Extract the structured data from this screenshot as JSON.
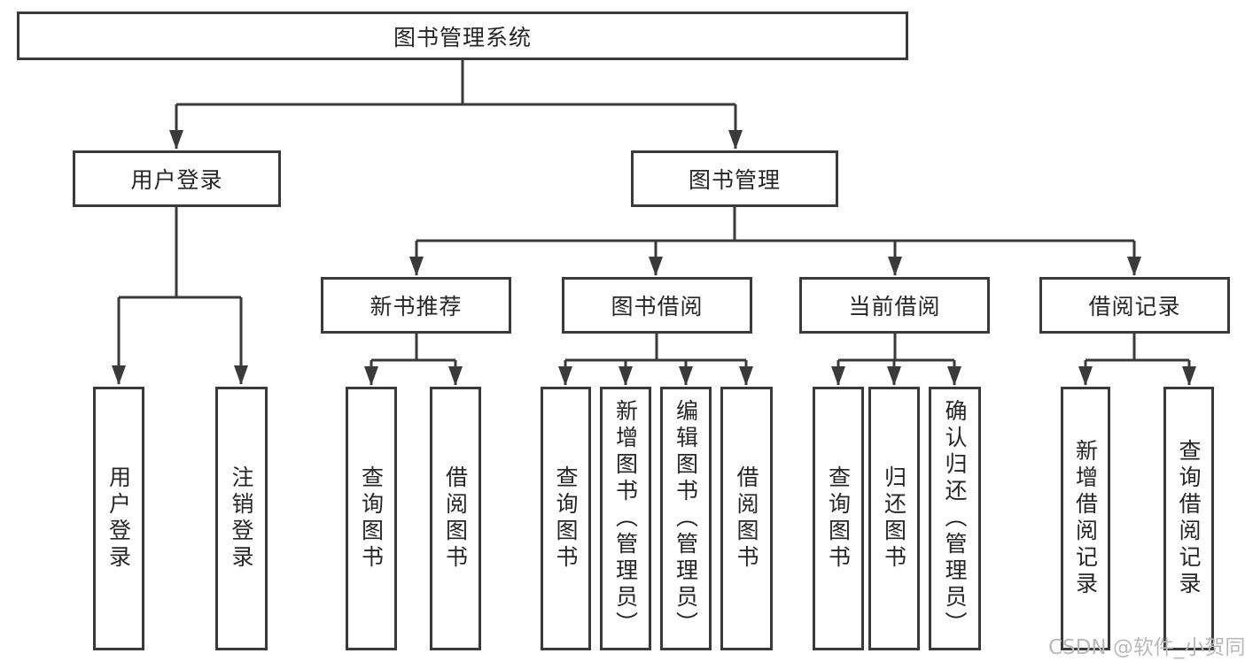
{
  "colors": {
    "line": "#3a3a3a",
    "text": "#262626",
    "watermark": "#b9b9b9"
  },
  "tree": {
    "label": "图书管理系统",
    "children": [
      {
        "label": "用户登录",
        "children": [
          {
            "label": "用户登录"
          },
          {
            "label": "注销登录"
          }
        ]
      },
      {
        "label": "图书管理",
        "children": [
          {
            "label": "新书推荐",
            "children": [
              {
                "label": "查询图书"
              },
              {
                "label": "借阅图书"
              }
            ]
          },
          {
            "label": "图书借阅",
            "children": [
              {
                "label": "查询图书"
              },
              {
                "label": "新增图书（管理员）"
              },
              {
                "label": "编辑图书（管理员）"
              },
              {
                "label": "借阅图书"
              }
            ]
          },
          {
            "label": "当前借阅",
            "children": [
              {
                "label": "查询图书"
              },
              {
                "label": "归还图书"
              },
              {
                "label": "确认归还（管理员）"
              }
            ]
          },
          {
            "label": "借阅记录",
            "children": [
              {
                "label": "新增借阅记录"
              },
              {
                "label": "查询借阅记录"
              }
            ]
          }
        ]
      }
    ]
  },
  "watermark": {
    "text": "CSDN @软件_小贺同学"
  }
}
